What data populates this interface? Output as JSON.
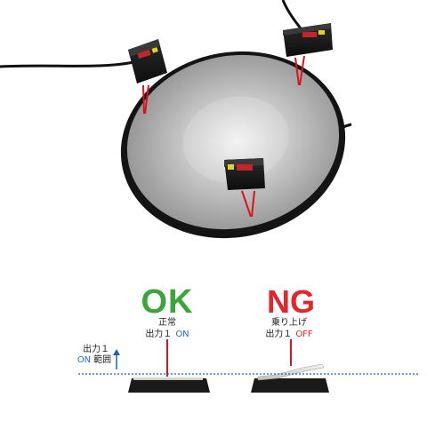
{
  "ok": {
    "title": "OK",
    "title_color": "#3aa53a",
    "state": "正常",
    "output_prefix": "出力１",
    "output_state": "ON",
    "output_state_color": "#1f6fd1"
  },
  "ng": {
    "title": "NG",
    "title_color": "#e3262c",
    "state": "乗り上げ",
    "output_prefix": "出力１",
    "output_state": "OFF",
    "output_state_color": "#e3262c"
  },
  "axis": {
    "line1": "出力１",
    "line2_on": "ON",
    "line2_on_color": "#1f6fd1",
    "line2_rest": "範囲"
  },
  "colors": {
    "laser": "#d8131b",
    "threshold_line": "#1f5fb0",
    "arrow": "#1f5fb0"
  }
}
